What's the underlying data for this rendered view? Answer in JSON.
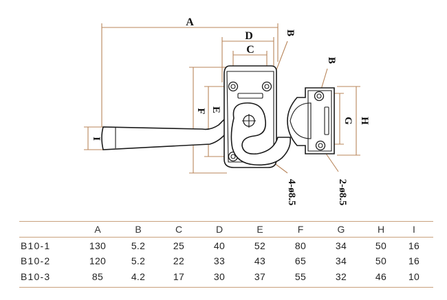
{
  "labels": {
    "A": "A",
    "B_left": "B",
    "B_right": "B",
    "C": "C",
    "D": "D",
    "E": "E",
    "F": "F",
    "G": "G",
    "H": "H",
    "I": "I",
    "holes_left": "4-ø8.5",
    "holes_right": "2-ø8.5"
  },
  "table": {
    "columns": [
      "A",
      "B",
      "C",
      "D",
      "E",
      "F",
      "G",
      "H",
      "I"
    ],
    "rows": [
      {
        "model": "B10-1",
        "values": [
          "130",
          "5.2",
          "25",
          "40",
          "52",
          "80",
          "34",
          "50",
          "16"
        ]
      },
      {
        "model": "B10-2",
        "values": [
          "120",
          "5.2",
          "22",
          "33",
          "43",
          "65",
          "34",
          "50",
          "16"
        ]
      },
      {
        "model": "B10-3",
        "values": [
          "85",
          "4.2",
          "17",
          "30",
          "37",
          "55",
          "32",
          "46",
          "10"
        ]
      }
    ]
  },
  "colors": {
    "dimension_line": "#b8855a",
    "outline": "#1a1a1a",
    "table_rule": "#c8a07c"
  }
}
